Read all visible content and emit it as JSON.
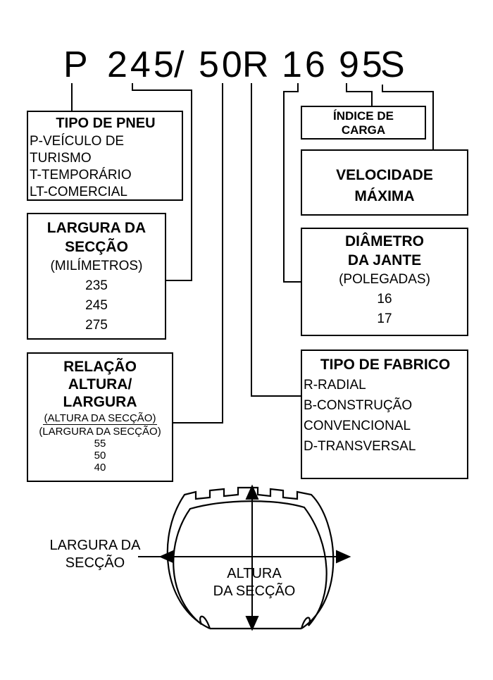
{
  "code": {
    "p": "P",
    "width": "245",
    "slash": "/",
    "ratio": "50",
    "construction": "R",
    "rim": "16",
    "load": "95",
    "speed": "S"
  },
  "tipo_pneu": {
    "title": "TIPO DE PNEU",
    "lines": [
      "P-VEÍCULO DE",
      "TURISMO",
      "T-TEMPORÁRIO",
      "LT-COMERCIAL"
    ]
  },
  "largura": {
    "title_1": "LARGURA DA",
    "title_2": "SECÇÃO",
    "unit": "(MILÍMETROS)",
    "values": [
      "235",
      "245",
      "275"
    ]
  },
  "relacao": {
    "title_1": "RELAÇÃO",
    "title_2": "ALTURA/",
    "title_3": "LARGURA",
    "numerator": "(ALTURA DA SECÇÃO)",
    "denominator": "(LARGURA DA SECÇÃO)",
    "values": [
      "55",
      "50",
      "40"
    ]
  },
  "indice": {
    "line_1": "ÍNDICE DE",
    "line_2": "CARGA"
  },
  "velocidade": {
    "line_1": "VELOCIDADE",
    "line_2": "MÁXIMA"
  },
  "diametro": {
    "title_1": "DIÂMETRO",
    "title_2": "DA JANTE",
    "unit": "(POLEGADAS)",
    "values": [
      "16",
      "17"
    ]
  },
  "fabrico": {
    "title": "TIPO DE FABRICO",
    "lines": [
      "R-RADIAL",
      "B-CONSTRUÇÃO",
      "CONVENCIONAL",
      "D-TRANSVERSAL"
    ]
  },
  "tire": {
    "width_label_1": "LARGURA DA",
    "width_label_2": "SECÇÃO",
    "height_label_1": "ALTURA",
    "height_label_2": "DA SECÇÃO"
  }
}
